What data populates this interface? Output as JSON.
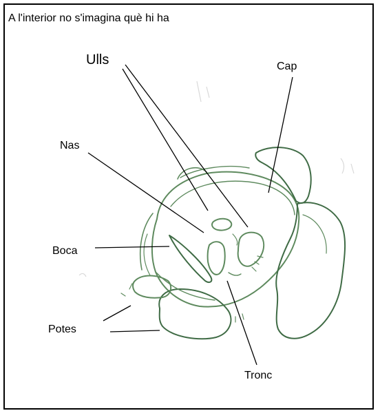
{
  "caption": "A l'interior no s'imagina què hi ha",
  "labels": {
    "ulls": "Ulls",
    "cap": "Cap",
    "nas": "Nas",
    "boca": "Boca",
    "potes": "Potes",
    "tronc": "Tronc"
  },
  "colors": {
    "sketch": "#5e8a5e",
    "sketch_dark": "#3f6b45",
    "leader": "#000000",
    "border": "#000000"
  }
}
